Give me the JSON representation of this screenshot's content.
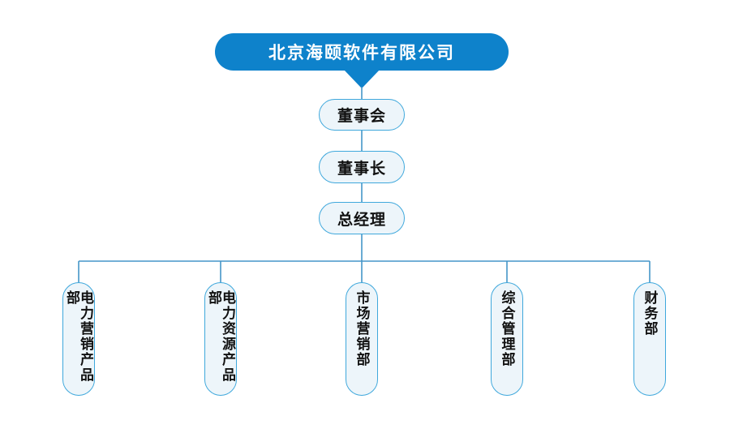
{
  "org_chart": {
    "root": {
      "label": "北京海颐软件有限公司"
    },
    "chain": [
      {
        "label": "董事会"
      },
      {
        "label": "董事长"
      },
      {
        "label": "总经理"
      }
    ],
    "departments": [
      {
        "label": "电力营销产品部"
      },
      {
        "label": "电力资源产品部"
      },
      {
        "label": "市场营销部"
      },
      {
        "label": "综合管理部"
      },
      {
        "label": "财务部"
      }
    ],
    "colors": {
      "root_fill": "#0e82cb",
      "root_text": "#ffffff",
      "node_fill": "#edf5fa",
      "node_border": "#3fa8dc",
      "connector": "#4596c8",
      "text": "#111111"
    }
  }
}
